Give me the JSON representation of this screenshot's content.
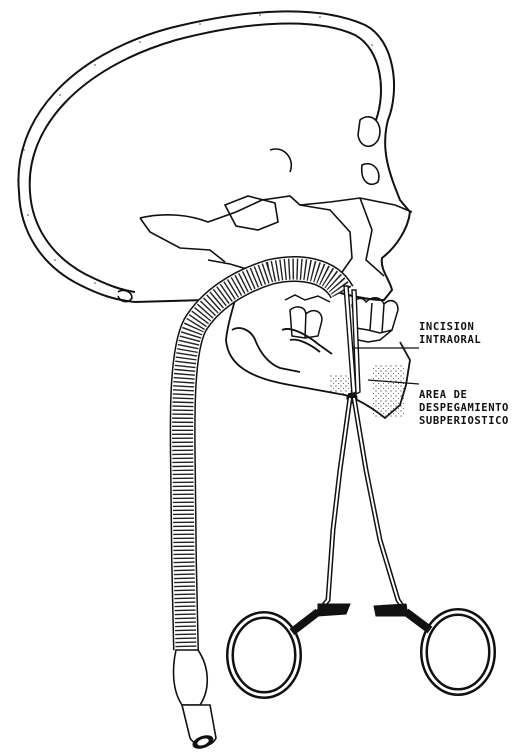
{
  "labels": {
    "incision": [
      "INCISION",
      "INTRAORAL"
    ],
    "area": [
      "AREA DE",
      "DESPEGAMIENTO",
      "SUBPERIOSTICO"
    ]
  },
  "colors": {
    "ink": "#111111",
    "paper": "#ffffff"
  }
}
